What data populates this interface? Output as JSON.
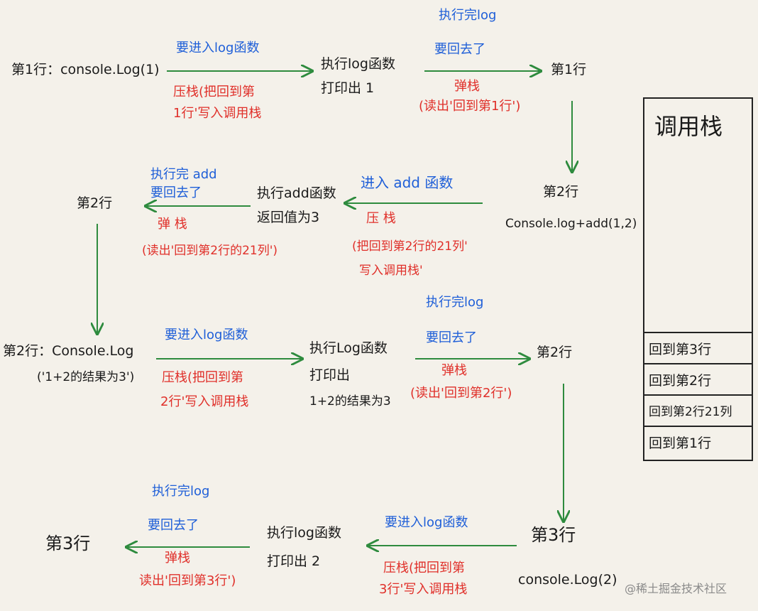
{
  "row1": {
    "start": "第1行：console.Log(1)",
    "enter": "要进入log函数",
    "push": [
      "压栈(把回到第",
      "1行'写入调用栈"
    ],
    "exec": [
      "执行log函数",
      "打印出 1"
    ],
    "done": "执行完log",
    "back": "要回去了",
    "pop": [
      "弹栈",
      "(读出'回到第1行')"
    ],
    "end": "第1行"
  },
  "row2": {
    "start": [
      "第2行",
      "Console.log+add(1,2)"
    ],
    "enter": "进入 add 函数",
    "push": [
      "压 栈",
      "(把回到第2行的21列'",
      "写入调用栈'"
    ],
    "exec": [
      "执行add函数",
      "返回值为3"
    ],
    "done": "执行完 add",
    "back": "要回去了",
    "pop": [
      "弹 栈",
      "(读出'回到第2行的21列')"
    ],
    "end": "第2行"
  },
  "row3": {
    "start": [
      "第2行：Console.Log",
      "('1+2的结果为3')"
    ],
    "enter": "要进入log函数",
    "push": [
      "压栈(把回到第",
      "2行'写入调用栈"
    ],
    "exec": [
      "执行Log函数",
      "打印出",
      "1+2的结果为3"
    ],
    "done": "执行完log",
    "back": "要回去了",
    "pop": [
      "弹栈",
      "(读出'回到第2行')"
    ],
    "end": "第2行"
  },
  "row4": {
    "start": [
      "第3行",
      "console.Log(2)"
    ],
    "enter": "要进入log函数",
    "push": [
      "压栈(把回到第",
      "3行'写入调用栈"
    ],
    "exec": [
      "执行log函数",
      "打印出 2"
    ],
    "done": "执行完log",
    "back": "要回去了",
    "pop": [
      "弹栈",
      "读出'回到第3行')"
    ],
    "end": "第3行"
  },
  "stack": {
    "title": "调用栈",
    "entries": [
      "回到第3行",
      "回到第2行",
      "回到第2行21列",
      "回到第1行"
    ]
  },
  "watermark": "@稀土掘金技术社区",
  "colors": {
    "arrow": "#2e8b3e",
    "blue": "#1f5fd8",
    "red": "#e0302a",
    "black": "#1a1a1a"
  }
}
